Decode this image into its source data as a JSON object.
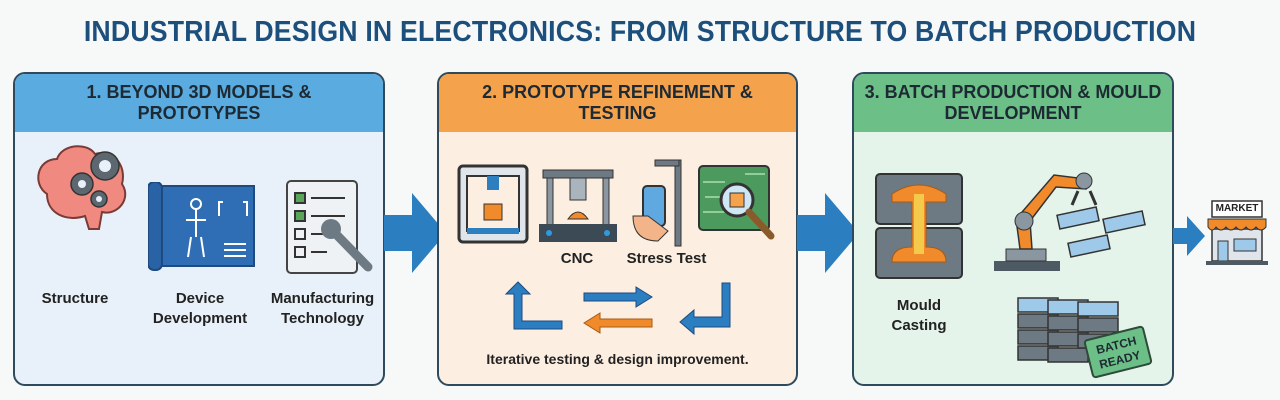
{
  "title": "INDUSTRIAL DESIGN IN ELECTRONICS: FROM STRUCTURE TO BATCH PRODUCTION",
  "panels": [
    {
      "heading": "1. BEYOND 3D MODELS & PROTOTYPES",
      "color": "#5aabdf",
      "items": [
        "Structure",
        "Device\nDevelopment",
        "Manufacturing\nTechnology"
      ]
    },
    {
      "heading": "2. PROTOTYPE REFINEMENT & TESTING",
      "color": "#f5a24c",
      "items": [
        "CNC",
        "Stress Test"
      ],
      "caption": "Iterative testing & design improvement."
    },
    {
      "heading": "3. BATCH PRODUCTION & MOULD DEVELOPMENT",
      "color": "#6cbf86",
      "items": [
        "Mould\nCasting"
      ],
      "badge": "BATCH\nREADY"
    }
  ],
  "market": "MARKET",
  "colors": {
    "arrow": "#2b7fc0",
    "title": "#1d4f7c"
  }
}
